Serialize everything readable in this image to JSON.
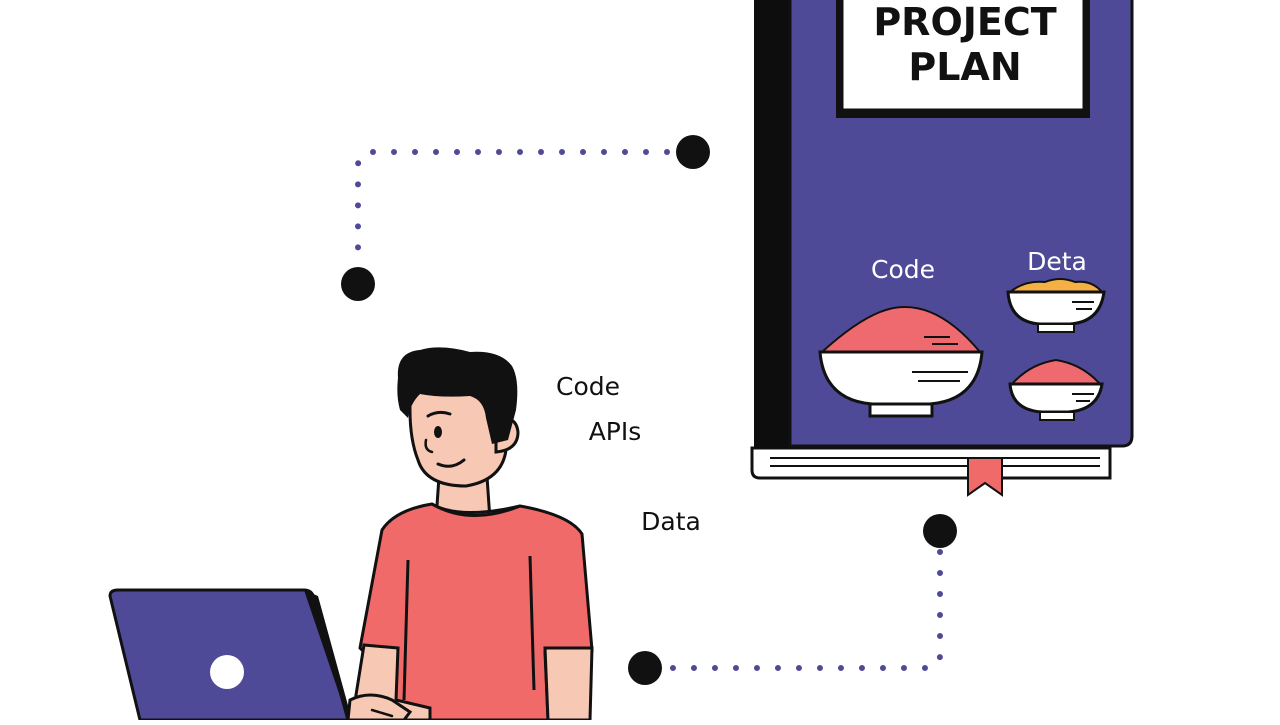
{
  "book": {
    "title_line1": "PROJECT",
    "title_line2": "PLAN",
    "labels": {
      "code": "Code",
      "data": "Deta"
    }
  },
  "person_labels": {
    "code": "Code",
    "apis": "APIs",
    "data": "Data"
  },
  "colors": {
    "book_cover": "#4f4a98",
    "book_spine": "#0d0d0d",
    "shirt": "#f06a6a",
    "skin": "#f7c8b4",
    "hair": "#111111",
    "laptop": "#4f4a98",
    "connector_dot": "#4f4a98",
    "node": "#111111",
    "bowl_fill_red": "#ef6a6e",
    "bowl_fill_orange": "#f4b043",
    "bookmark": "#f06a6a"
  }
}
